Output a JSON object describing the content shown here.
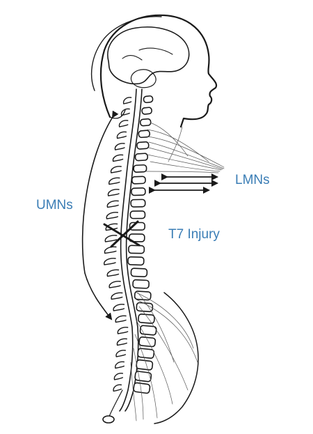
{
  "labels": {
    "umns": "UMNs",
    "lmns": "LMNs",
    "injury": "T7 Injury"
  },
  "colors": {
    "label": "#3a7db5",
    "ink": "#1a1a1a"
  }
}
